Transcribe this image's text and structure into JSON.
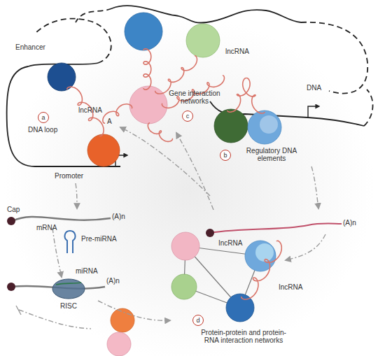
{
  "diagram": {
    "nodes": [
      {
        "text": [
          "a"
        ]
      },
      {
        "text": [
          "b"
        ]
      },
      {
        "text": [
          "c"
        ]
      },
      {
        "text": [
          "d"
        ]
      }
    ],
    "labels": [
      "Enhancer",
      "DNA loop",
      "Promoter",
      "DNA",
      "lncRNA",
      "lncRNA",
      "Gene interaction networks",
      "Regulatory DNA elements",
      "A",
      "Cap",
      "mRNA",
      "(A)n",
      "Pre-miRNA",
      "miRNA",
      "(A)n",
      "RISC",
      "IncRNA",
      "(A)n",
      "IncRNA",
      "Protein-protein and protein-RNA interaction networks"
    ]
  }
}
